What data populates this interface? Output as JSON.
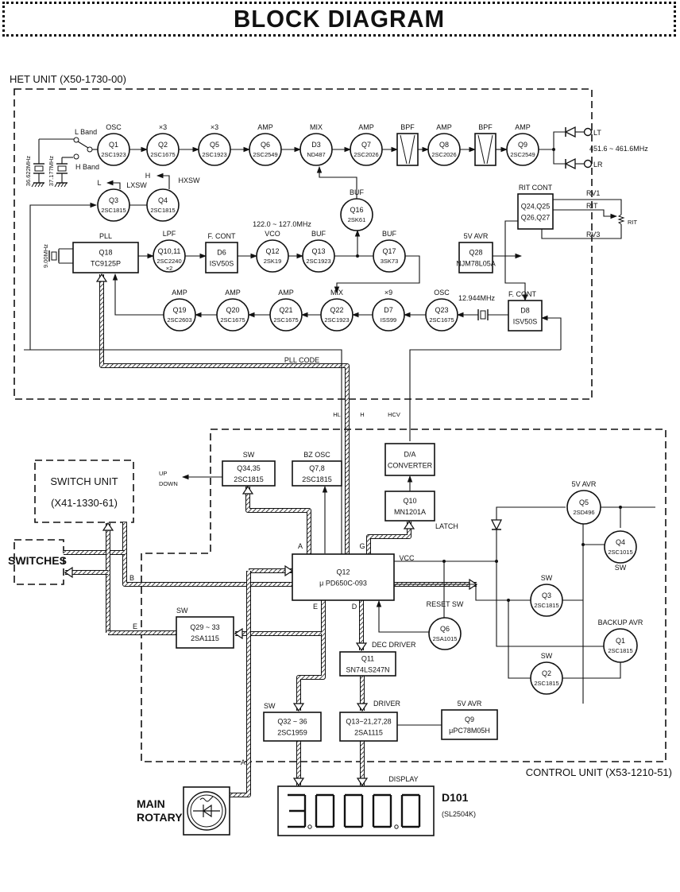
{
  "title": "BLOCK DIAGRAM",
  "het_unit": {
    "label": "HET UNIT (X50-1730-00)",
    "crystals": [
      {
        "freq": "36.622MHz"
      },
      {
        "freq": "37.177MHz"
      },
      {
        "freq": "9.00MHz"
      },
      {
        "freq": "12.944MHz"
      }
    ],
    "band_switch": {
      "l_band": "L  Band",
      "h_band": "H  Band"
    },
    "tx_chain": [
      {
        "id": "q1",
        "func": "OSC",
        "ref": "Q1",
        "part": "2SC1923"
      },
      {
        "id": "q2",
        "func": "×3",
        "ref": "Q2",
        "part": "2SC1675"
      },
      {
        "id": "q5",
        "func": "×3",
        "ref": "Q5",
        "part": "2SC1923"
      },
      {
        "id": "q6",
        "func": "AMP",
        "ref": "Q6",
        "part": "2SC2549"
      },
      {
        "id": "d3",
        "func": "MIX",
        "ref": "D3",
        "part": "ND487"
      },
      {
        "id": "q7",
        "func": "AMP",
        "ref": "Q7",
        "part": "2SC2026"
      },
      {
        "id": "bpf1",
        "func": "BPF",
        "ref": "",
        "part": ""
      },
      {
        "id": "q8",
        "func": "AMP",
        "ref": "Q8",
        "part": "2SC2026"
      },
      {
        "id": "bpf2",
        "func": "BPF",
        "ref": "",
        "part": ""
      },
      {
        "id": "q9",
        "func": "AMP",
        "ref": "Q9",
        "part": "2SC2549"
      }
    ],
    "outputs": {
      "lt": "LT",
      "lr": "LR",
      "range": "451.6 ~ 461.6MHz"
    },
    "switches": [
      {
        "id": "q3",
        "func": "LXSW",
        "ref": "Q3",
        "part": "2SC1815",
        "out": "L"
      },
      {
        "id": "q4",
        "func": "HXSW",
        "ref": "Q4",
        "part": "2SC1815",
        "out": "H"
      }
    ],
    "q16": {
      "func": "BUF",
      "ref": "Q16",
      "part": "2SK61"
    },
    "rit": {
      "func": "RIT  CONT",
      "line1": "Q24,Q25",
      "line2": "Q26,Q27",
      "rv1": "RV1",
      "rit": "RIT",
      "rv3": "RV3",
      "pot": "RIT"
    },
    "pll": {
      "func": "PLL",
      "ref": "Q18",
      "part": "TC9125P"
    },
    "lpf": {
      "func": "LPF",
      "ref": "Q10,11",
      "part": "2SC2240",
      "extra": "×2"
    },
    "d6": {
      "func": "F. CONT",
      "ref": "D6",
      "part": "ISV50S"
    },
    "vco_range": "122.0 ~ 127.0MHz",
    "q12": {
      "func": "VCO",
      "ref": "Q12",
      "part": "2SK19"
    },
    "q13": {
      "func": "BUF",
      "ref": "Q13",
      "part": "2SC1923"
    },
    "q17": {
      "func": "BUF",
      "ref": "Q17",
      "part": "3SK73"
    },
    "q28": {
      "func": "5V  AVR",
      "ref": "Q28",
      "part": "NJM78L05A"
    },
    "loop_chain": [
      {
        "id": "q19",
        "func": "AMP",
        "ref": "Q19",
        "part": "2SC2603"
      },
      {
        "id": "q20",
        "func": "AMP",
        "ref": "Q20",
        "part": "2SC1675"
      },
      {
        "id": "q21",
        "func": "AMP",
        "ref": "Q21",
        "part": "2SC1675"
      },
      {
        "id": "q22",
        "func": "MIX",
        "ref": "Q22",
        "part": "2SC1923"
      },
      {
        "id": "d7",
        "func": "×9",
        "ref": "D7",
        "part": "ISS99"
      },
      {
        "id": "q23",
        "func": "OSC",
        "ref": "Q23",
        "part": "2SC1675"
      }
    ],
    "d8": {
      "func": "F. CONT",
      "ref": "D8",
      "part": "ISV50S"
    },
    "pll_code": "PLL CODE"
  },
  "interconnect": {
    "hl": "HL",
    "h": "H",
    "hcv": "HCV"
  },
  "switch_unit": {
    "line1": "SWITCH UNIT",
    "line2": "(X41-1330-61)"
  },
  "switches_label": "SWITCHES",
  "control_unit": {
    "label": "CONTROL UNIT (X53-1210-51)",
    "q34": {
      "func": "SW",
      "ref": "Q34,35",
      "part": "2SC1815",
      "out1": "UP",
      "out2": "DOWN"
    },
    "q7": {
      "func": "BZ  OSC",
      "ref": "Q7,8",
      "part": "2SC1815"
    },
    "da": {
      "line1": "D/A",
      "line2": "CONVERTER"
    },
    "q10": {
      "ref": "Q10",
      "part": "MN1201A",
      "note": "LATCH"
    },
    "cpu": {
      "ref": "Q12",
      "part": "μ PD650C-093",
      "vcc": "VCC",
      "port_a": "A",
      "port_g": "G",
      "port_e": "E",
      "port_d": "D"
    },
    "q29": {
      "func": "SW",
      "ref": "Q29 ~ 33",
      "part": "2SA1115"
    },
    "bus_b": "B",
    "bus_e": "E",
    "q5": {
      "func": "5V  AVR",
      "ref": "Q5",
      "part": "2SD496"
    },
    "q4": {
      "func": "SW",
      "ref": "Q4",
      "part": "2SC1015"
    },
    "q3": {
      "func": "SW",
      "ref": "Q3",
      "part": "2SC1815"
    },
    "q6": {
      "func": "RESET   SW",
      "ref": "Q6",
      "part": "2SA1015"
    },
    "q1": {
      "func": "BACKUP  AVR",
      "ref": "Q1",
      "part": "2SC1815"
    },
    "q2": {
      "func": "SW",
      "ref": "Q2",
      "part": "2SC1815"
    },
    "q11": {
      "func": "DEC  DRIVER",
      "ref": "Q11",
      "part": "SN74LS247N"
    },
    "q32": {
      "func": "SW",
      "ref": "Q32 ~ 36",
      "part": "2SC1959"
    },
    "q13": {
      "func": "DRIVER",
      "ref": "Q13~21,27,28",
      "part": "2SA1115"
    },
    "q9": {
      "func": "5V  AVR",
      "ref": "Q9",
      "part": "μPC78M05H"
    }
  },
  "main_rotary": {
    "line1": "MAIN",
    "line2": "ROTARY",
    "bus": "A"
  },
  "display": {
    "func": "DISPLAY",
    "readout": "3.000.0",
    "digits": [
      "3",
      "0",
      "0",
      "0",
      "0"
    ],
    "ref": "D101",
    "part": "(SL2504K)"
  }
}
